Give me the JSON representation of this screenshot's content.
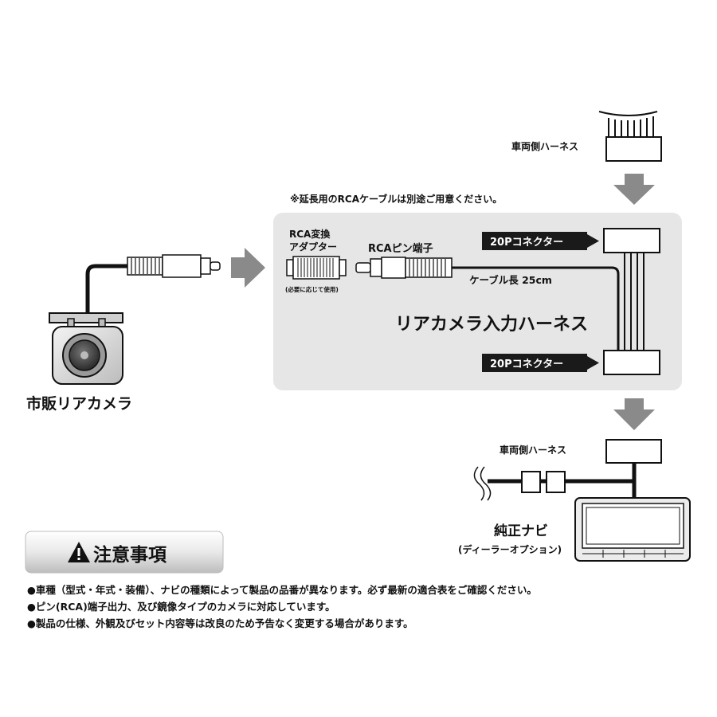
{
  "labels": {
    "vehicle_harness_top": "車両側ハーネス",
    "note_rca_cable": "※延長用のRCAケーブルは別途ご用意ください。",
    "rca_adapter_line1": "RCA変換",
    "rca_adapter_line2": "アダプター",
    "rca_adapter_note": "(必要に応じて使用)",
    "rca_pin": "RCAピン端子",
    "connector_top": "20Pコネクター",
    "connector_bottom": "20Pコネクター",
    "cable_length": "ケーブル長 25cm",
    "harness_title": "リアカメラ入力ハーネス",
    "camera": "市販リアカメラ",
    "vehicle_harness_bottom": "車両側ハーネス",
    "navi_title": "純正ナビ",
    "navi_sub": "(ディーラーオプション)"
  },
  "caution": {
    "title": "注意事項",
    "items": [
      "●車種（型式・年式・装備）、ナビの種類によって製品の品番が異なります。必ず最新の適合表をご確認ください。",
      "●ピン(RCA)端子出力、及び鏡像タイプのカメラに対応しています。",
      "●製品の仕様、外観及びセット内容等は改良のため予告なく変更する場合があります。"
    ]
  },
  "colors": {
    "panel": "#e6e6e6",
    "arrow": "#8a8a8a",
    "dark": "#1a1a1a"
  },
  "icons": {
    "caution": "warning-triangle-icon"
  }
}
